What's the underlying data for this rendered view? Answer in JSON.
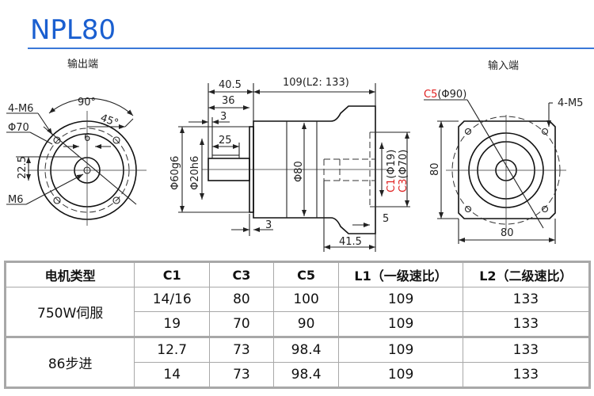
{
  "title": "NPL80",
  "colors": {
    "title": "#1a5fd0",
    "highlight": "#e02020",
    "table_border": "#a8a8a8"
  },
  "views": {
    "output": {
      "label": "输出端",
      "dims": {
        "angle_90": "90°",
        "angle_45": "45°",
        "holes": "4-M6",
        "pcd": "Φ70",
        "key_width": "6",
        "key_height": "22.5",
        "center_thread": "M6"
      }
    },
    "side": {
      "dims": {
        "d40_5": "40.5",
        "d36": "36",
        "d3_top": "3",
        "d25": "25",
        "d109": "109(L2: 133)",
        "d60": "Φ60g6",
        "d20": "Φ20h6",
        "d80": "Φ80",
        "c1_label": "C1",
        "c1_value": "(Φ19)",
        "c3_label": "C3",
        "c3_value": "(Φ70)",
        "d5": "5",
        "d3_bottom": "3",
        "d41_5": "41.5"
      }
    },
    "input": {
      "label": "输入端",
      "dims": {
        "c5_label": "C5",
        "c5_value": "(Φ90)",
        "holes": "4-M5",
        "height": "80",
        "width": "80"
      }
    }
  },
  "table": {
    "headers": [
      "电机类型",
      "C1",
      "C3",
      "C5",
      "L1（一级速比）",
      "L2（二级速比）"
    ],
    "groups": [
      {
        "motor": "750W伺服",
        "rows": [
          [
            "14/16",
            "80",
            "100",
            "109",
            "133"
          ],
          [
            "19",
            "70",
            "90",
            "109",
            "133"
          ]
        ]
      },
      {
        "motor": "86步进",
        "rows": [
          [
            "12.7",
            "73",
            "98.4",
            "109",
            "133"
          ],
          [
            "14",
            "73",
            "98.4",
            "109",
            "133"
          ]
        ]
      }
    ]
  }
}
